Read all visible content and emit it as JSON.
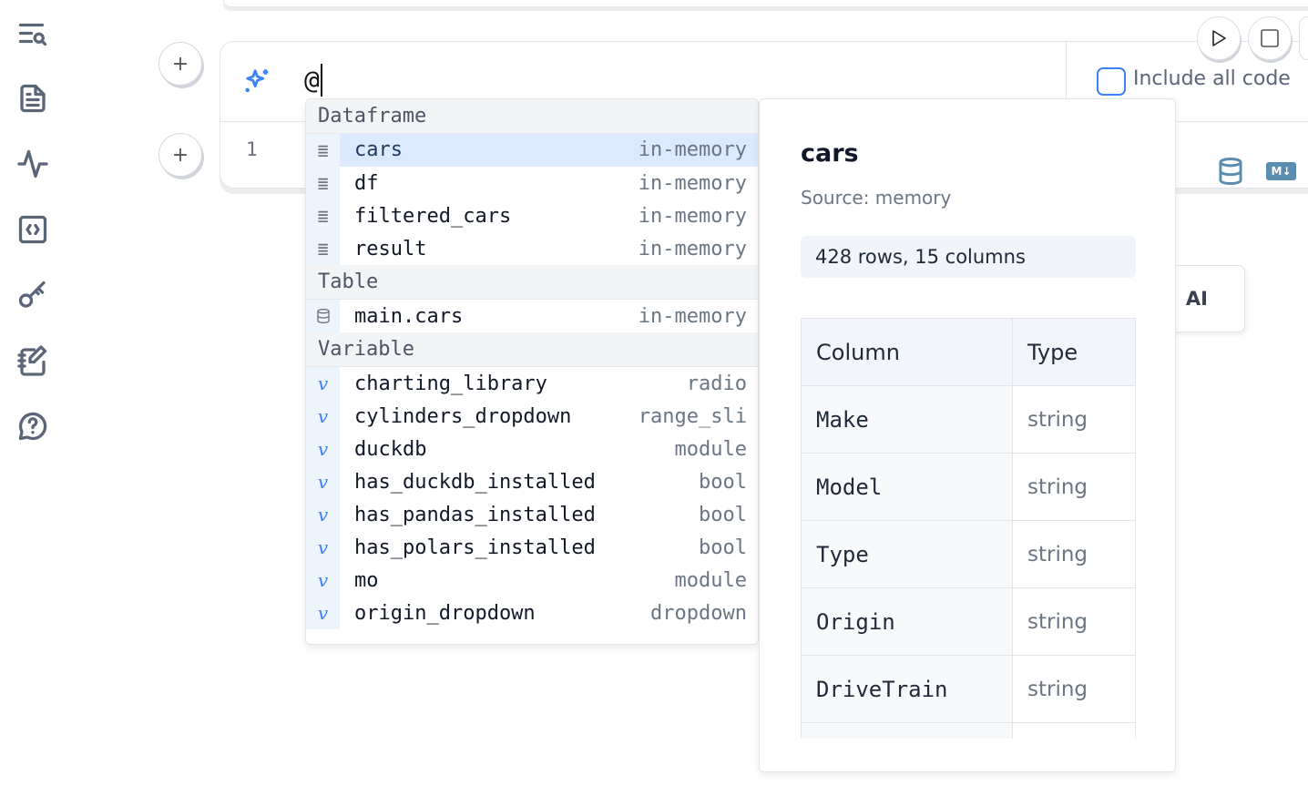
{
  "sidebar": {
    "items": [
      {
        "icon": "search-list-icon"
      },
      {
        "icon": "file-text-icon"
      },
      {
        "icon": "activity-icon"
      },
      {
        "icon": "code-square-icon"
      },
      {
        "icon": "key-icon"
      },
      {
        "icon": "notebook-pen-icon"
      },
      {
        "icon": "help-circle-icon"
      }
    ]
  },
  "cell": {
    "prompt_value": "@",
    "line_number": "1",
    "include_all_code_label": "Include all code",
    "include_all_code_checked": false,
    "accent": "#3b82f6"
  },
  "ai_card": {
    "label": "AI"
  },
  "autocomplete": {
    "sections": [
      {
        "title": "Dataframe",
        "items": [
          {
            "name": "cars",
            "type": "in-memory",
            "selected": true
          },
          {
            "name": "df",
            "type": "in-memory"
          },
          {
            "name": "filtered_cars",
            "type": "in-memory"
          },
          {
            "name": "result",
            "type": "in-memory"
          }
        ]
      },
      {
        "title": "Table",
        "items": [
          {
            "name": "main.cars",
            "type": "in-memory"
          }
        ]
      },
      {
        "title": "Variable",
        "items": [
          {
            "name": "charting_library",
            "type": "radio"
          },
          {
            "name": "cylinders_dropdown",
            "type": "range_sli"
          },
          {
            "name": "duckdb",
            "type": "module"
          },
          {
            "name": "has_duckdb_installed",
            "type": "bool"
          },
          {
            "name": "has_pandas_installed",
            "type": "bool"
          },
          {
            "name": "has_polars_installed",
            "type": "bool"
          },
          {
            "name": "mo",
            "type": "module"
          },
          {
            "name": "origin_dropdown",
            "type": "dropdown"
          }
        ]
      }
    ]
  },
  "info": {
    "title": "cars",
    "source": "Source: memory",
    "stats": "428 rows, 15 columns",
    "headers": [
      "Column",
      "Type"
    ],
    "rows": [
      [
        "Make",
        "string"
      ],
      [
        "Model",
        "string"
      ],
      [
        "Type",
        "string"
      ],
      [
        "Origin",
        "string"
      ],
      [
        "DriveTrain",
        "string"
      ]
    ]
  }
}
